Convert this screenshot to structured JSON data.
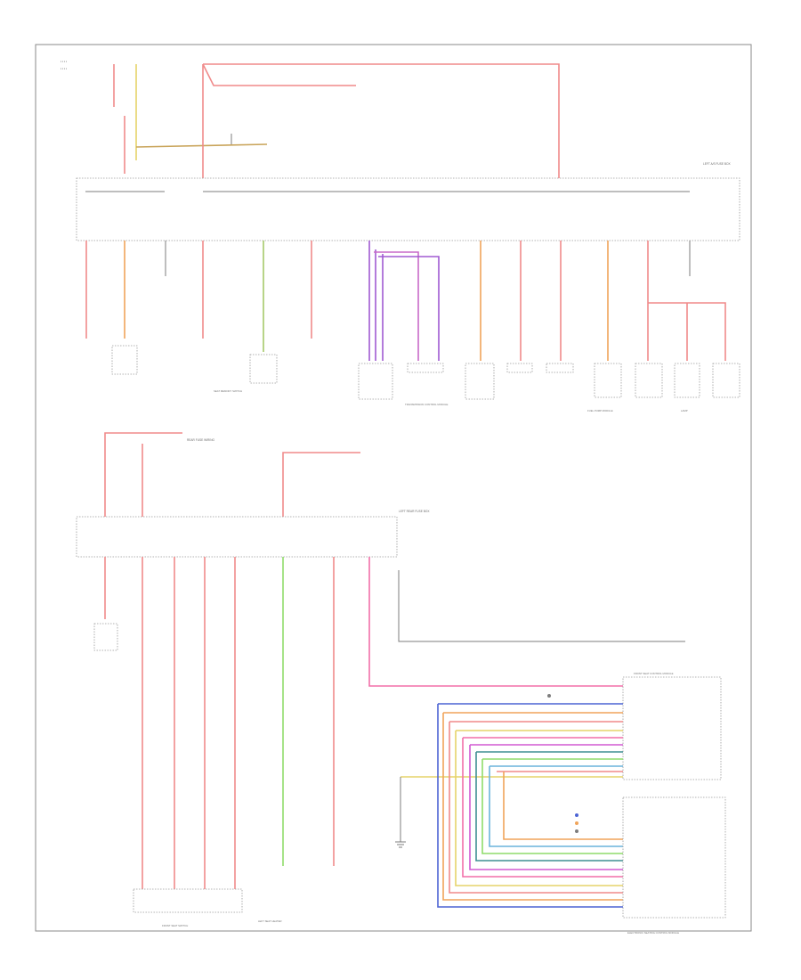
{
  "labels": {
    "fuse_box_top": "LEFT A/S FUSE BOX",
    "fuse_box_bottom": "LEFT REAR FUSE BOX",
    "rear_fuse_wiring": "REAR FUSE WIRING",
    "electronic_seat_module": "ELECTRONIC SEATING CONTROL MODULE",
    "front_seat_control_module": "FRONT SEAT CONTROL MODULE",
    "front_seat_switch": "FRONT SEAT SWITCH",
    "left_seat_heater": "LEFT SEAT HEATER",
    "seat_memory": "SEAT MEMORY SWITCH",
    "transmission": "TRANSMISSION CONTROL MODULE",
    "fuel_pump": "FUEL PUMP MODULE",
    "lamp": "LAMP"
  },
  "colors": {
    "red": "#f08a8a",
    "pink": "#f26fa8",
    "orange": "#f0a45a",
    "purple": "#a05ad2",
    "green": "#8fdc6a",
    "blue": "#4c64d4",
    "yellow": "#e6d36a",
    "teal": "#3f8f92",
    "gray": "#7d7d7d"
  }
}
